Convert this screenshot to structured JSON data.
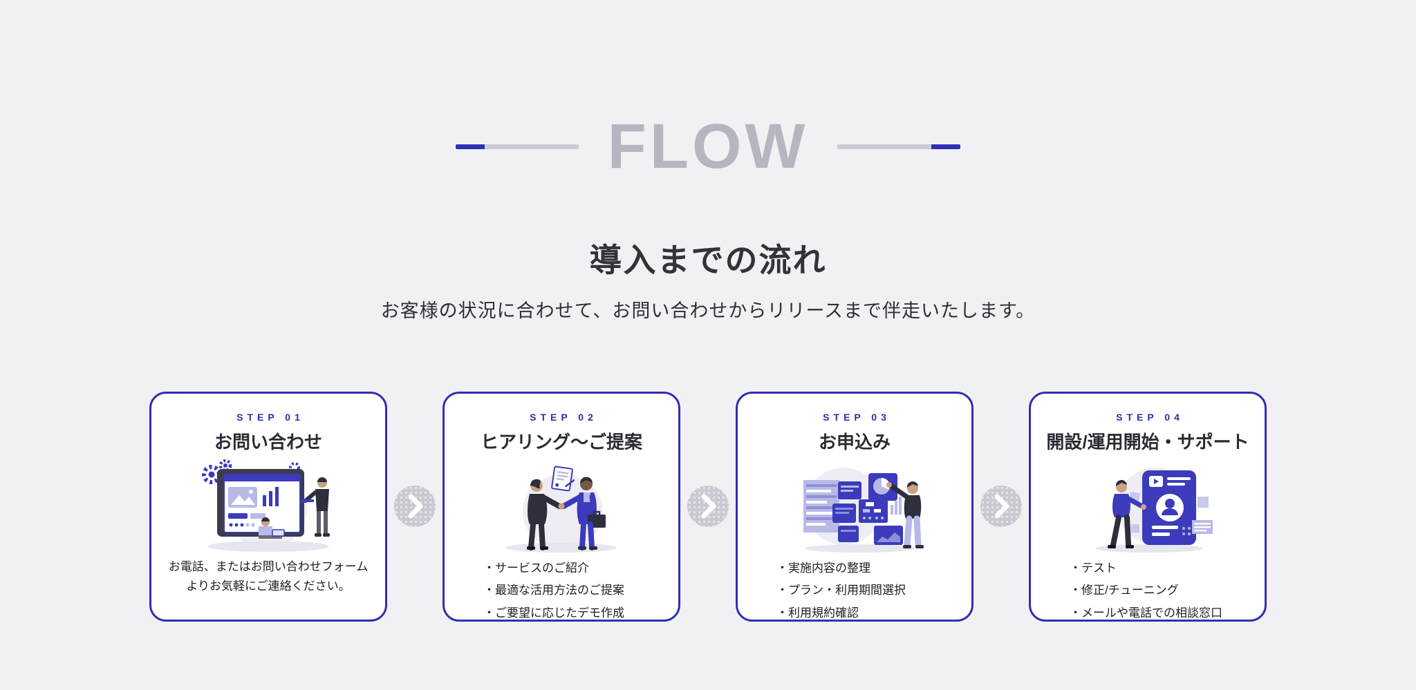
{
  "header": {
    "flow_label": "FLOW",
    "title": "導入までの流れ",
    "subtitle": "お客様の状況に合わせて、お問い合わせからリリースまで伴走いたします。"
  },
  "colors": {
    "accent_blue": "#2f2fb3",
    "step_label_blue": "#2b2bb0",
    "flow_text_gray": "#b6b6c0",
    "line_gray": "#cbcbd4",
    "heading_dark": "#32323a",
    "card_background": "#ffffff",
    "page_background": "#f1f1f4",
    "arrow_gray": "#c9c9d2",
    "illustration_indigo": "#3b3bbc"
  },
  "steps": [
    {
      "step_label": "STEP 01",
      "title": "お問い合わせ",
      "illustration": "inquiry-dashboard-illustration",
      "lines": [
        "お電話、またはお問い合わせフォーム",
        "よりお気軽にご連絡ください。"
      ]
    },
    {
      "step_label": "STEP 02",
      "title": "ヒアリング〜ご提案",
      "illustration": "handshake-illustration",
      "lines": [
        "・サービスのご紹介",
        "・最適な活用方法のご提案",
        "・ご要望に応じたデモ作成"
      ]
    },
    {
      "step_label": "STEP 03",
      "title": "お申込み",
      "illustration": "charts-selection-illustration",
      "lines": [
        "・実施内容の整理",
        "・プラン・利用期間選択",
        "・利用規約確認"
      ]
    },
    {
      "step_label": "STEP 04",
      "title": "開設/運用開始・サポート",
      "illustration": "phone-setup-illustration",
      "lines": [
        "・テスト",
        "・修正/チューニング",
        "・メールや電話での相談窓口"
      ]
    }
  ]
}
